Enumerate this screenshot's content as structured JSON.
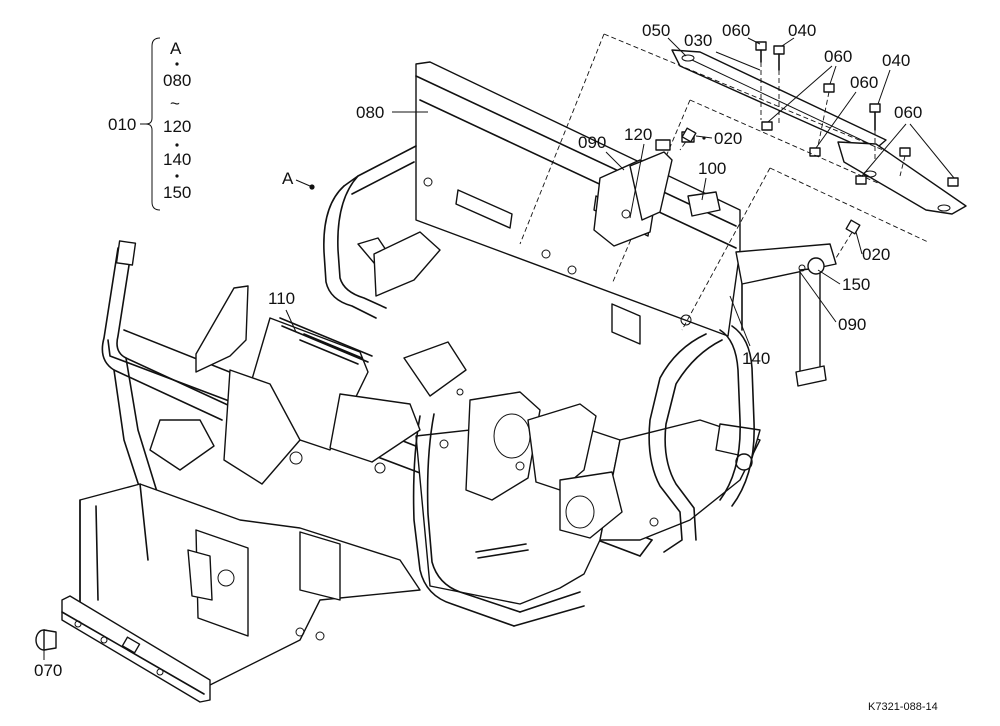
{
  "diagram": {
    "drawing_code": "K7321-088-14",
    "group_callout": {
      "label": "010",
      "items": [
        "A",
        "080",
        "~",
        "120",
        "140",
        "150"
      ]
    },
    "view_reference": "A",
    "callouts": [
      {
        "id": "c050",
        "text": "050"
      },
      {
        "id": "c030",
        "text": "030"
      },
      {
        "id": "c060a",
        "text": "060"
      },
      {
        "id": "c040a",
        "text": "040"
      },
      {
        "id": "c060b",
        "text": "060"
      },
      {
        "id": "c060c",
        "text": "060"
      },
      {
        "id": "c040b",
        "text": "040"
      },
      {
        "id": "c060d",
        "text": "060"
      },
      {
        "id": "c080",
        "text": "080"
      },
      {
        "id": "c020a",
        "text": "020"
      },
      {
        "id": "c090a",
        "text": "090"
      },
      {
        "id": "c120",
        "text": "120"
      },
      {
        "id": "c100",
        "text": "100"
      },
      {
        "id": "c020b",
        "text": "020"
      },
      {
        "id": "c150",
        "text": "150"
      },
      {
        "id": "c090b",
        "text": "090"
      },
      {
        "id": "c140",
        "text": "140"
      },
      {
        "id": "c110",
        "text": "110"
      },
      {
        "id": "c070",
        "text": "070"
      }
    ]
  }
}
